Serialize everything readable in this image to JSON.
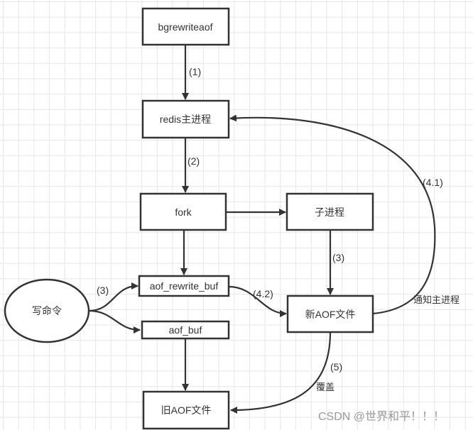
{
  "nodes": {
    "bgrewriteaof": "bgrewriteaof",
    "redis_main": "redis主进程",
    "fork": "fork",
    "child": "子进程",
    "aof_rewrite_buf": "aof_rewrite_buf",
    "aof_buf": "aof_buf",
    "new_aof": "新AOF文件",
    "old_aof": "旧AOF文件",
    "write_cmd": "写命令"
  },
  "edge_labels": {
    "step1": "(1)",
    "step2": "(2)",
    "step3_child": "(3)",
    "step3_write": "(3)",
    "step4_1": "(4.1)",
    "step4_2": "(4.2)",
    "notify_main": "通知主进程",
    "step5": "(5)",
    "overwrite": "覆盖"
  },
  "watermark": "CSDN @世界和平！！！"
}
